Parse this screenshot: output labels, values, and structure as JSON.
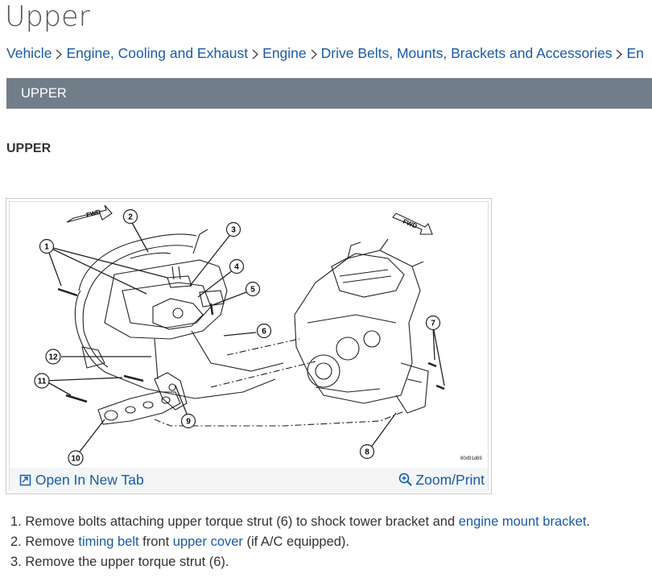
{
  "page": {
    "title": "Upper"
  },
  "breadcrumb": {
    "items": [
      "Vehicle",
      "Engine, Cooling and Exhaust",
      "Engine",
      "Drive Belts, Mounts, Brackets and Accessories",
      "En"
    ]
  },
  "section": {
    "bar_title": "UPPER",
    "heading": "UPPER"
  },
  "figure": {
    "fwd_label": "FWD",
    "part_code": "80d91d69",
    "callouts": [
      "1",
      "2",
      "3",
      "4",
      "5",
      "6",
      "7",
      "8",
      "9",
      "10",
      "11",
      "12"
    ],
    "open_tab_label": "Open In New Tab",
    "zoom_label": "Zoom/Print",
    "icons": [
      "open-new-tab-icon",
      "zoom-icon"
    ]
  },
  "steps": [
    {
      "num": "1.",
      "text_before": "Remove bolts attaching upper torque strut (6) to shock tower bracket and ",
      "link": "engine mount bracket",
      "text_after": "."
    },
    {
      "num": "2.",
      "text_before": "Remove ",
      "link1": "timing belt",
      "text_mid": " front ",
      "link2": "upper cover",
      "text_after": " (if A/C equipped)."
    },
    {
      "num": "3.",
      "text": "Remove the upper torque strut (6)."
    }
  ],
  "colors": {
    "link": "#1a5aa8",
    "bar": "#717d89",
    "toolbar": "#f3f5f7"
  }
}
